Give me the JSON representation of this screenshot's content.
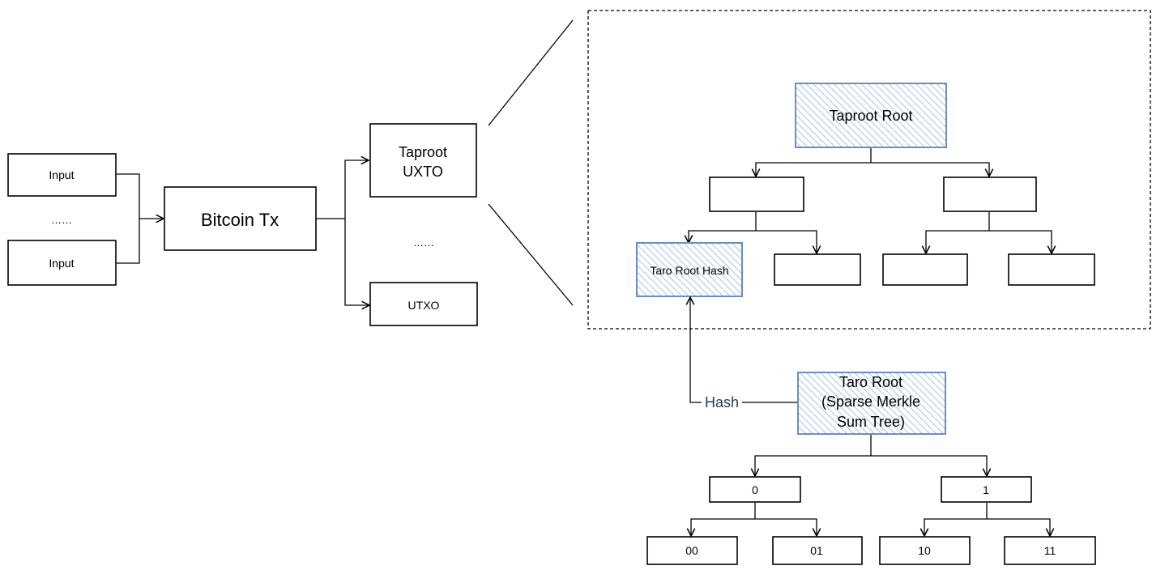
{
  "colors": {
    "stroke": "#000000",
    "highlight_stroke": "#6c8ebf",
    "highlight_fill": "#dae8fc",
    "hash_label": "#1f3a5f",
    "background": "#ffffff"
  },
  "left_section": {
    "input_1": "Input",
    "ellipsis_inputs": "……",
    "input_2": "Input",
    "bitcoin_tx": "Bitcoin Tx",
    "taproot_uxto": [
      "Taproot",
      "UXTO"
    ],
    "ellipsis_outputs": "……",
    "utxo": "UTXO"
  },
  "taproot_tree": {
    "root": "Taproot Root",
    "highlighted_leaf": "Taro Root Hash"
  },
  "taro_tree": {
    "root": [
      "Taro Root",
      "(Sparse Merkle",
      "Sum Tree)"
    ],
    "hash_edge_label": "Hash",
    "level1": [
      "0",
      "1"
    ],
    "level2": [
      "00",
      "01",
      "10",
      "11"
    ]
  }
}
